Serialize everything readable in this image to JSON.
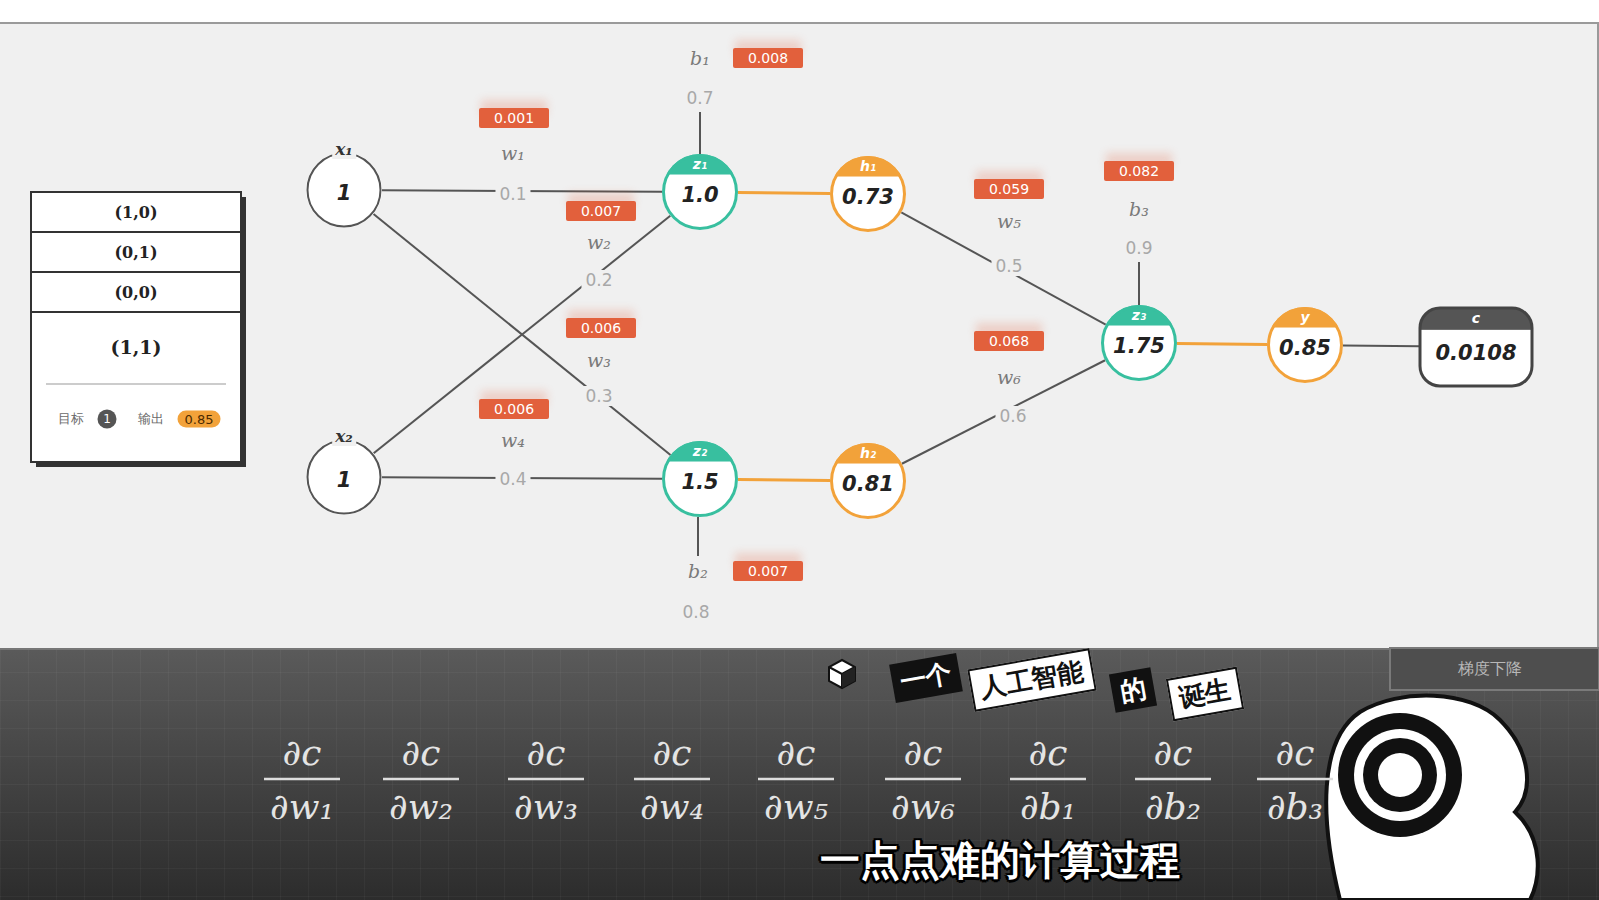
{
  "diagram": {
    "nodes": [
      {
        "text": [
          "(1,0)",
          "(0,1)",
          "(0,0)",
          "(1,1)",
          "目标",
          "1",
          "输出",
          "0.85"
        ]
      },
      {
        "text": [
          "x₁",
          "1"
        ]
      },
      {
        "text": [
          "x₂",
          "1"
        ]
      },
      {
        "text": [
          "z₁",
          "1.0"
        ]
      },
      {
        "text": [
          "z₂",
          "1.5"
        ]
      },
      {
        "text": [
          "h₁",
          "0.73"
        ]
      },
      {
        "text": [
          "h₂",
          "0.81"
        ]
      },
      {
        "text": [
          "z₃",
          "1.75"
        ]
      },
      {
        "text": [
          "y",
          "0.85"
        ]
      },
      {
        "text": [
          "c",
          "0.0108"
        ]
      }
    ],
    "edges": [
      {
        "from": 1,
        "to": 3,
        "arrow": "none"
      },
      {
        "from": 1,
        "to": 4,
        "arrow": "none"
      },
      {
        "from": 2,
        "to": 3,
        "arrow": "none"
      },
      {
        "from": 2,
        "to": 4,
        "arrow": "none"
      },
      {
        "from": 3,
        "to": 5,
        "arrow": "none"
      },
      {
        "from": 4,
        "to": 6,
        "arrow": "none"
      },
      {
        "from": 5,
        "to": 7,
        "arrow": "none"
      },
      {
        "from": 6,
        "to": 7,
        "arrow": "none"
      },
      {
        "from": 7,
        "to": 8,
        "arrow": "none"
      },
      {
        "from": 8,
        "to": 9,
        "arrow": "none"
      }
    ],
    "labels": [
      "b₁",
      "0.008",
      "0.7",
      "0.001",
      "w₁",
      "0.1",
      "0.007",
      "w₂",
      "0.2",
      "0.006",
      "w₃",
      "0.3",
      "0.006",
      "w₄",
      "0.4",
      "b₂",
      "0.007",
      "0.8",
      "0.059",
      "w₅",
      "0.5",
      "0.068",
      "w₆",
      "0.6",
      "0.082",
      "b₃",
      "0.9",
      "∂c",
      "∂w₁",
      "∂c",
      "∂w₂",
      "∂c",
      "∂w₃",
      "∂c",
      "∂w₄",
      "∂c",
      "∂w₅",
      "∂c",
      "∂w₆",
      "∂c",
      "∂b₁",
      "∂c",
      "∂b₂",
      "∂c",
      "∂b₃",
      "一个",
      "人工智能",
      "的",
      "诞生",
      "一点点难的计算过程",
      "梯度下降"
    ]
  }
}
